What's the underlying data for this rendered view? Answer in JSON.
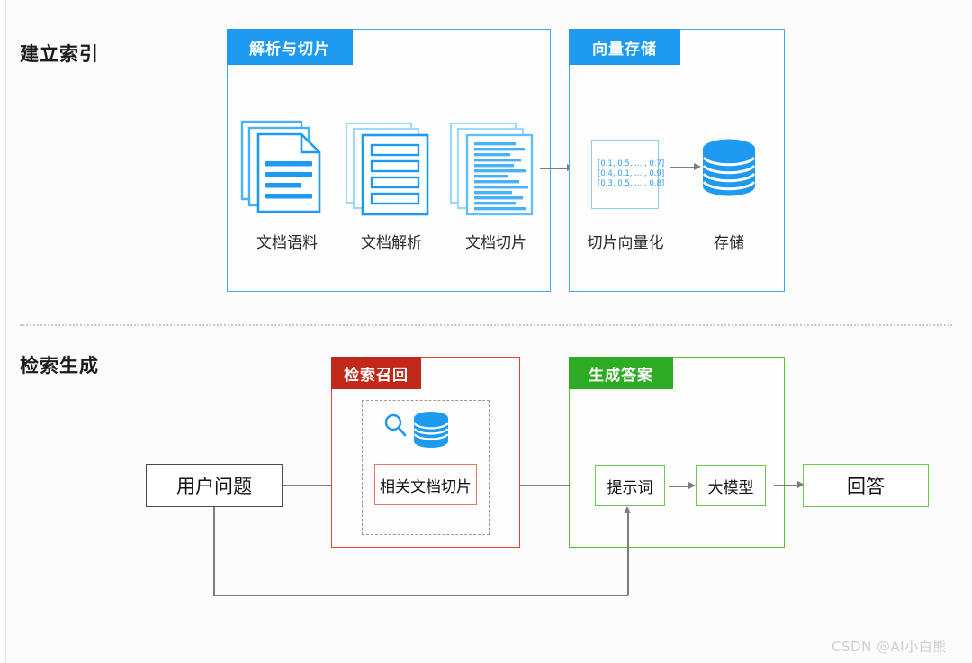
{
  "sections": [
    {
      "title": "建立索引"
    },
    {
      "title": "检索生成"
    }
  ],
  "index_stage": {
    "panels": [
      {
        "header": "解析与切片",
        "steps": [
          {
            "caption": "文档语料",
            "icon": "document-stack-icon"
          },
          {
            "caption": "文档解析",
            "icon": "parsed-document-stack-icon"
          },
          {
            "caption": "文档切片",
            "icon": "chunked-document-stack-icon"
          }
        ]
      },
      {
        "header": "向量存储",
        "steps": [
          {
            "caption": "切片向量化",
            "icon": "vector-matrix-icon"
          },
          {
            "caption": "存储",
            "icon": "database-icon"
          }
        ],
        "vectors": [
          "[0.1, 0.5, ...., 0.7]",
          "[0.4, 0.1, ...., 0.9]",
          "[0.3, 0.5, ...., 0.8]"
        ]
      }
    ]
  },
  "retrieval_stage": {
    "user_question": "用户问题",
    "panels": [
      {
        "header": "检索召回",
        "icons": [
          "search-icon",
          "database-icon"
        ],
        "chunk_box": "相关文档切片"
      },
      {
        "header": "生成答案",
        "boxes": [
          "提示词",
          "大模型"
        ]
      }
    ],
    "answer": "回答"
  },
  "watermark": "CSDN @AI小白熊",
  "colors": {
    "blue_header": "#1e9bf0",
    "blue_border": "#3fa9f5",
    "red_header": "#c0281a",
    "red_border": "#e8422e",
    "green_header": "#2eab24",
    "green_border": "#55c22d",
    "icon_blue": "#1e9bf0",
    "connector": "#7c7c7c"
  }
}
